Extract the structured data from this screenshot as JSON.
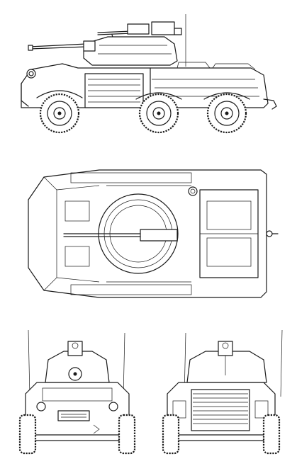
{
  "drawing": {
    "views": [
      {
        "id": "side",
        "kind": "side-elevation"
      },
      {
        "id": "top",
        "kind": "plan-view"
      },
      {
        "id": "front",
        "kind": "front-elevation"
      },
      {
        "id": "rear",
        "kind": "rear-elevation"
      }
    ],
    "colors": {
      "ink": "#1a1a1a",
      "paper": "#ffffff"
    }
  }
}
